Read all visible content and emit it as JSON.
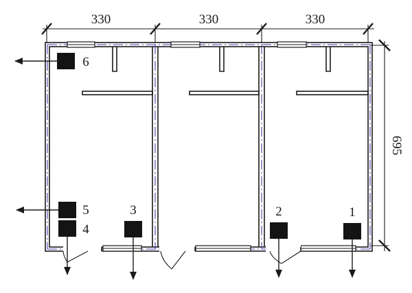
{
  "dimensions": {
    "bay_1_width": "330",
    "bay_2_width": "330",
    "bay_3_width": "330",
    "depth": "695"
  },
  "sensors": [
    {
      "id": "1",
      "label": "1"
    },
    {
      "id": "2",
      "label": "2"
    },
    {
      "id": "3",
      "label": "3"
    },
    {
      "id": "4",
      "label": "4"
    },
    {
      "id": "5",
      "label": "5"
    },
    {
      "id": "6",
      "label": "6"
    }
  ],
  "colors": {
    "line": "#1a1a1a",
    "axis": "#4a3fa8",
    "sensor": "#141414"
  }
}
